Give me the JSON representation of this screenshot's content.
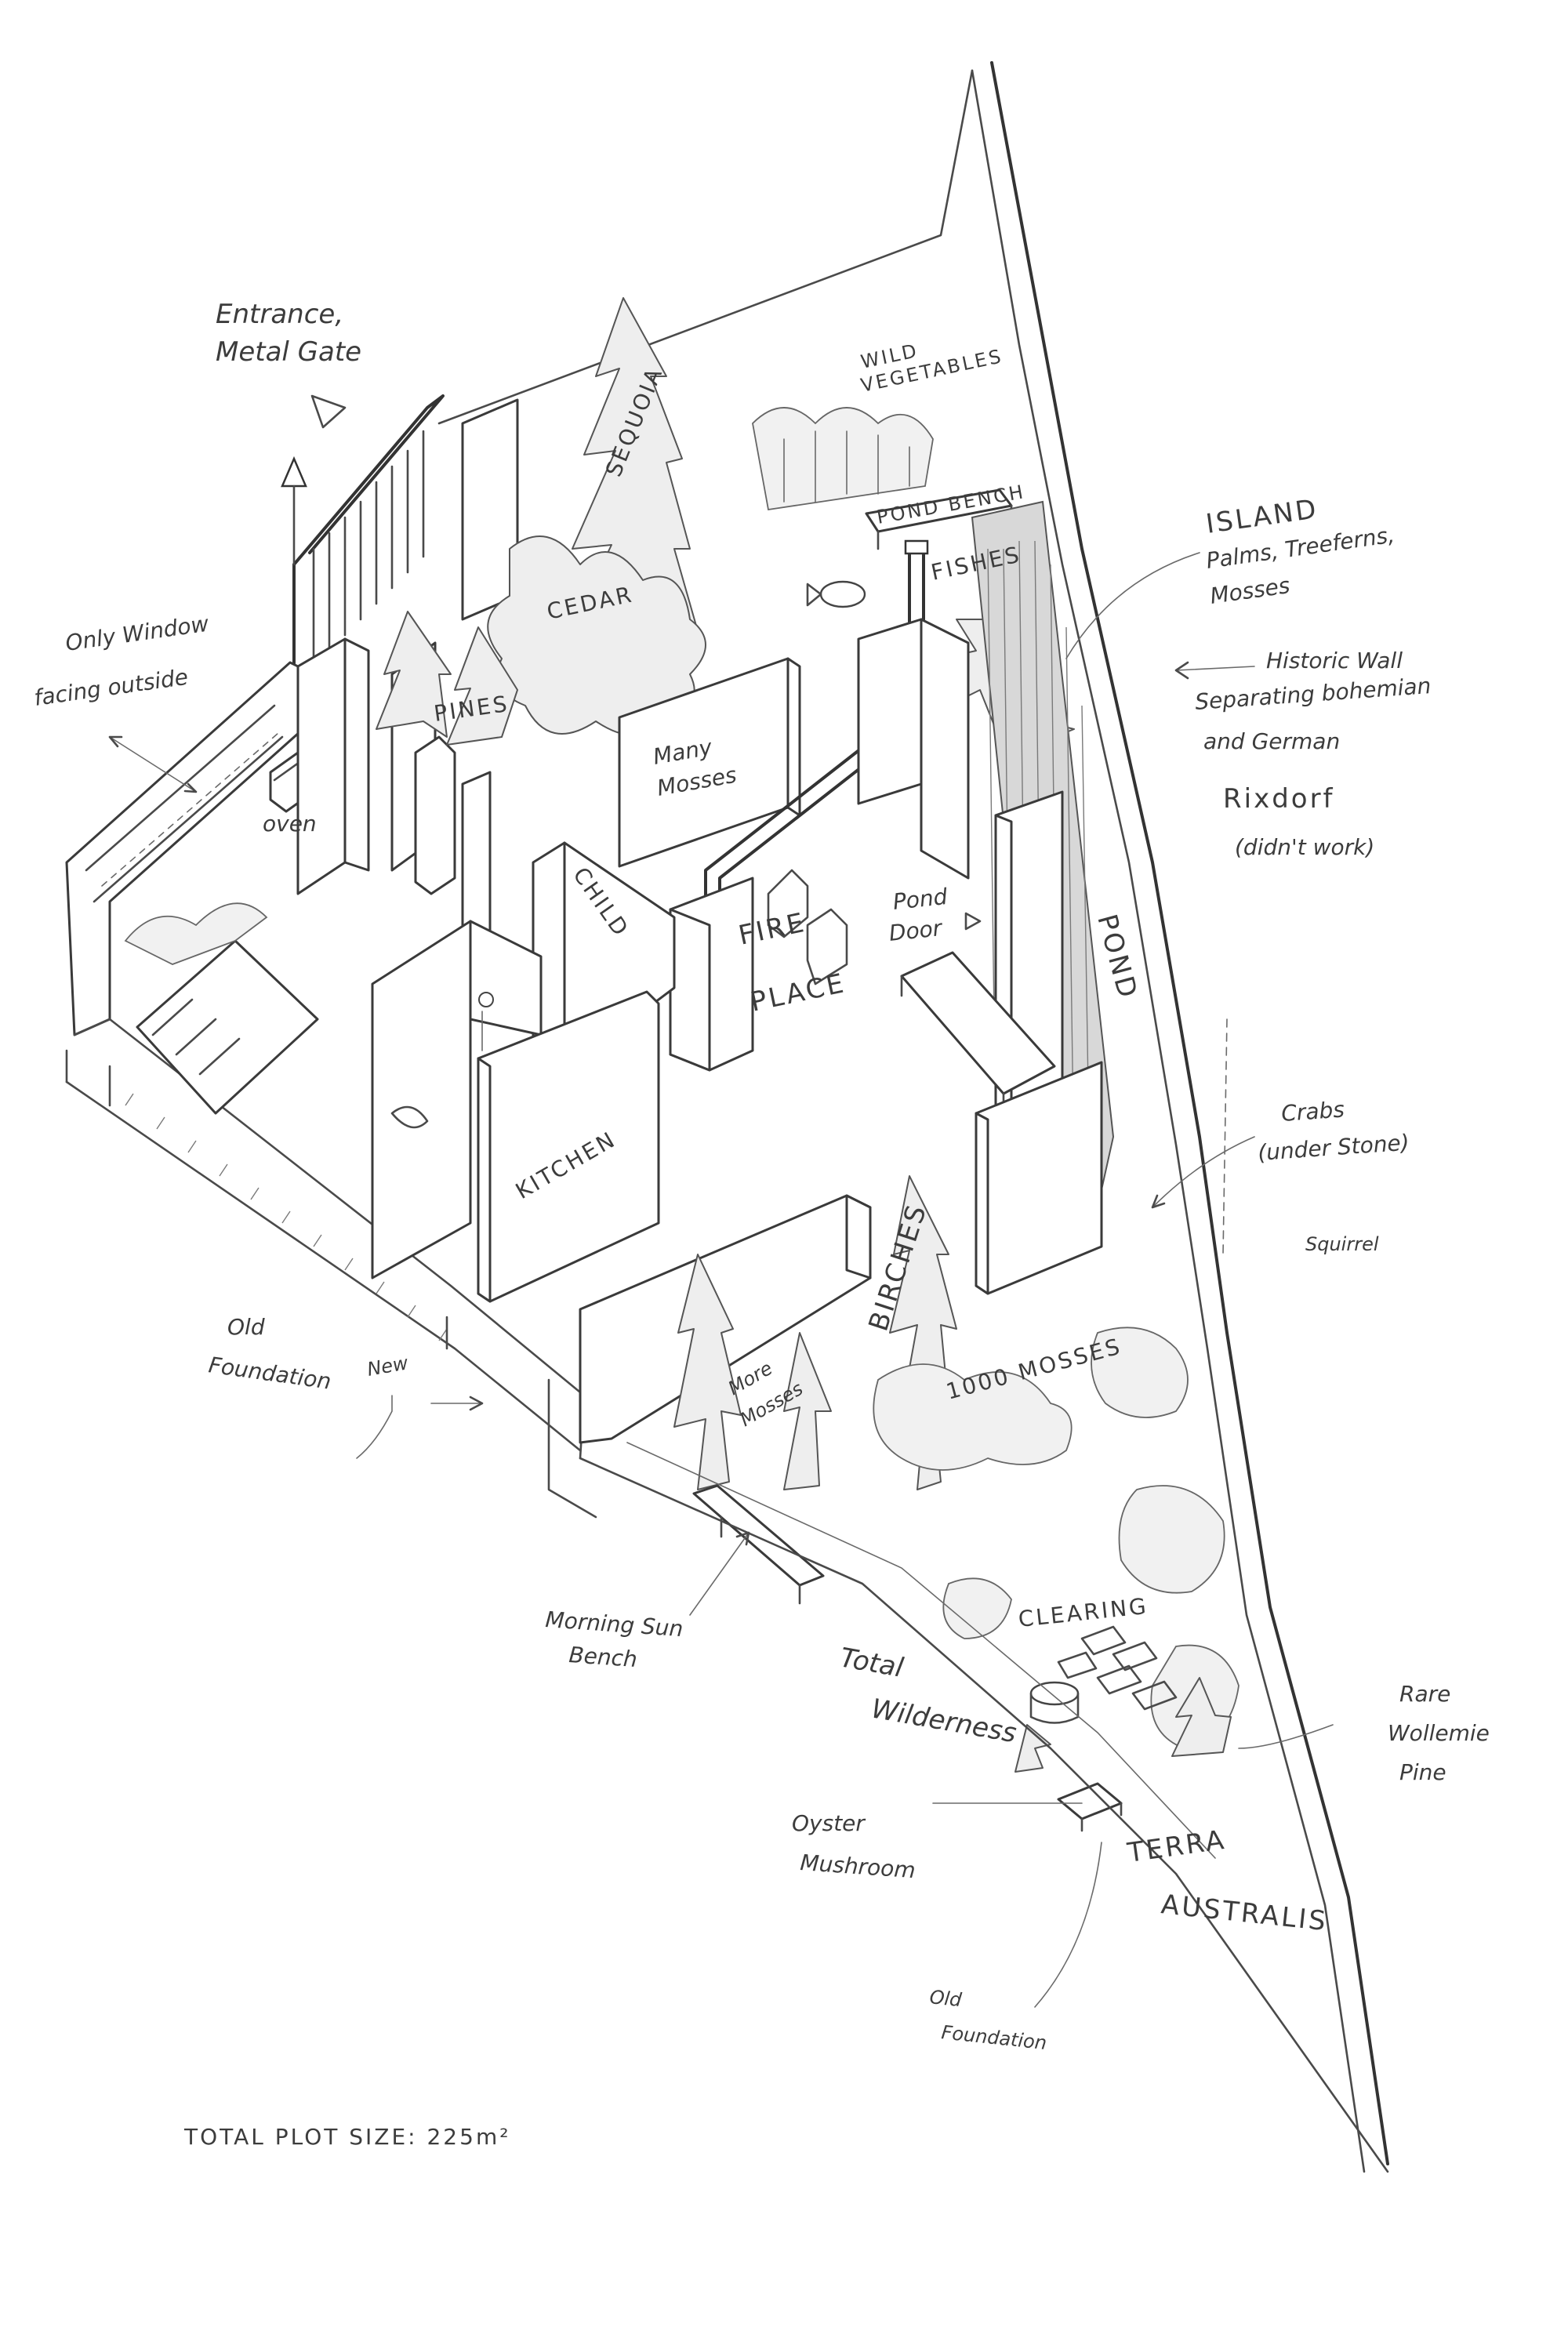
{
  "labels": {
    "entrance": [
      "Entrance,",
      "Metal Gate"
    ],
    "only_window": [
      "Only Window",
      "facing outside"
    ],
    "oven": "oven",
    "pines": "PINES",
    "sequoia": "SEQUOIA",
    "cedar": "CEDAR",
    "wild_vegetables": [
      "WILD",
      "VEGETABLES"
    ],
    "pond_bench": "POND BENCH",
    "fishes": "FISHES",
    "island": [
      "ISLAND",
      "Palms, Treeferns,",
      "Mosses"
    ],
    "historic_wall": [
      "Historic Wall",
      "Separating bohemian",
      "and German",
      "Rixdorf",
      "(didn't work)"
    ],
    "many_mosses": [
      "Many",
      "Mosses"
    ],
    "child": "CHILD",
    "fire_place": [
      "FIRE",
      "PLACE"
    ],
    "pond_door": [
      "Pond",
      "Door"
    ],
    "pond": "POND",
    "kitchen": "KITCHEN",
    "crabs": [
      "Crabs",
      "(under Stone)"
    ],
    "squirrel": "Squirrel",
    "birches": "BIRCHES",
    "thousand_mosses": "1000 MOSSES",
    "more_mosses": [
      "More",
      "Mosses"
    ],
    "old_foundation_left": [
      "Old",
      "Foundation"
    ],
    "new": "New",
    "morning_sun_bench": [
      "Morning Sun",
      "Bench"
    ],
    "clearing": "CLEARING",
    "total_wilderness": [
      "Total",
      "Wilderness"
    ],
    "rare_wollemie": [
      "Rare",
      "Wollemie",
      "Pine"
    ],
    "oyster_mushroom": [
      "Oyster",
      "Mushroom"
    ],
    "terra_australis": [
      "TERRA",
      "AUSTRALIS"
    ],
    "old_foundation_bottom": [
      "Old",
      "Foundation"
    ],
    "total_plot_size": "TOTAL PLOT SIZE:  225m²"
  }
}
